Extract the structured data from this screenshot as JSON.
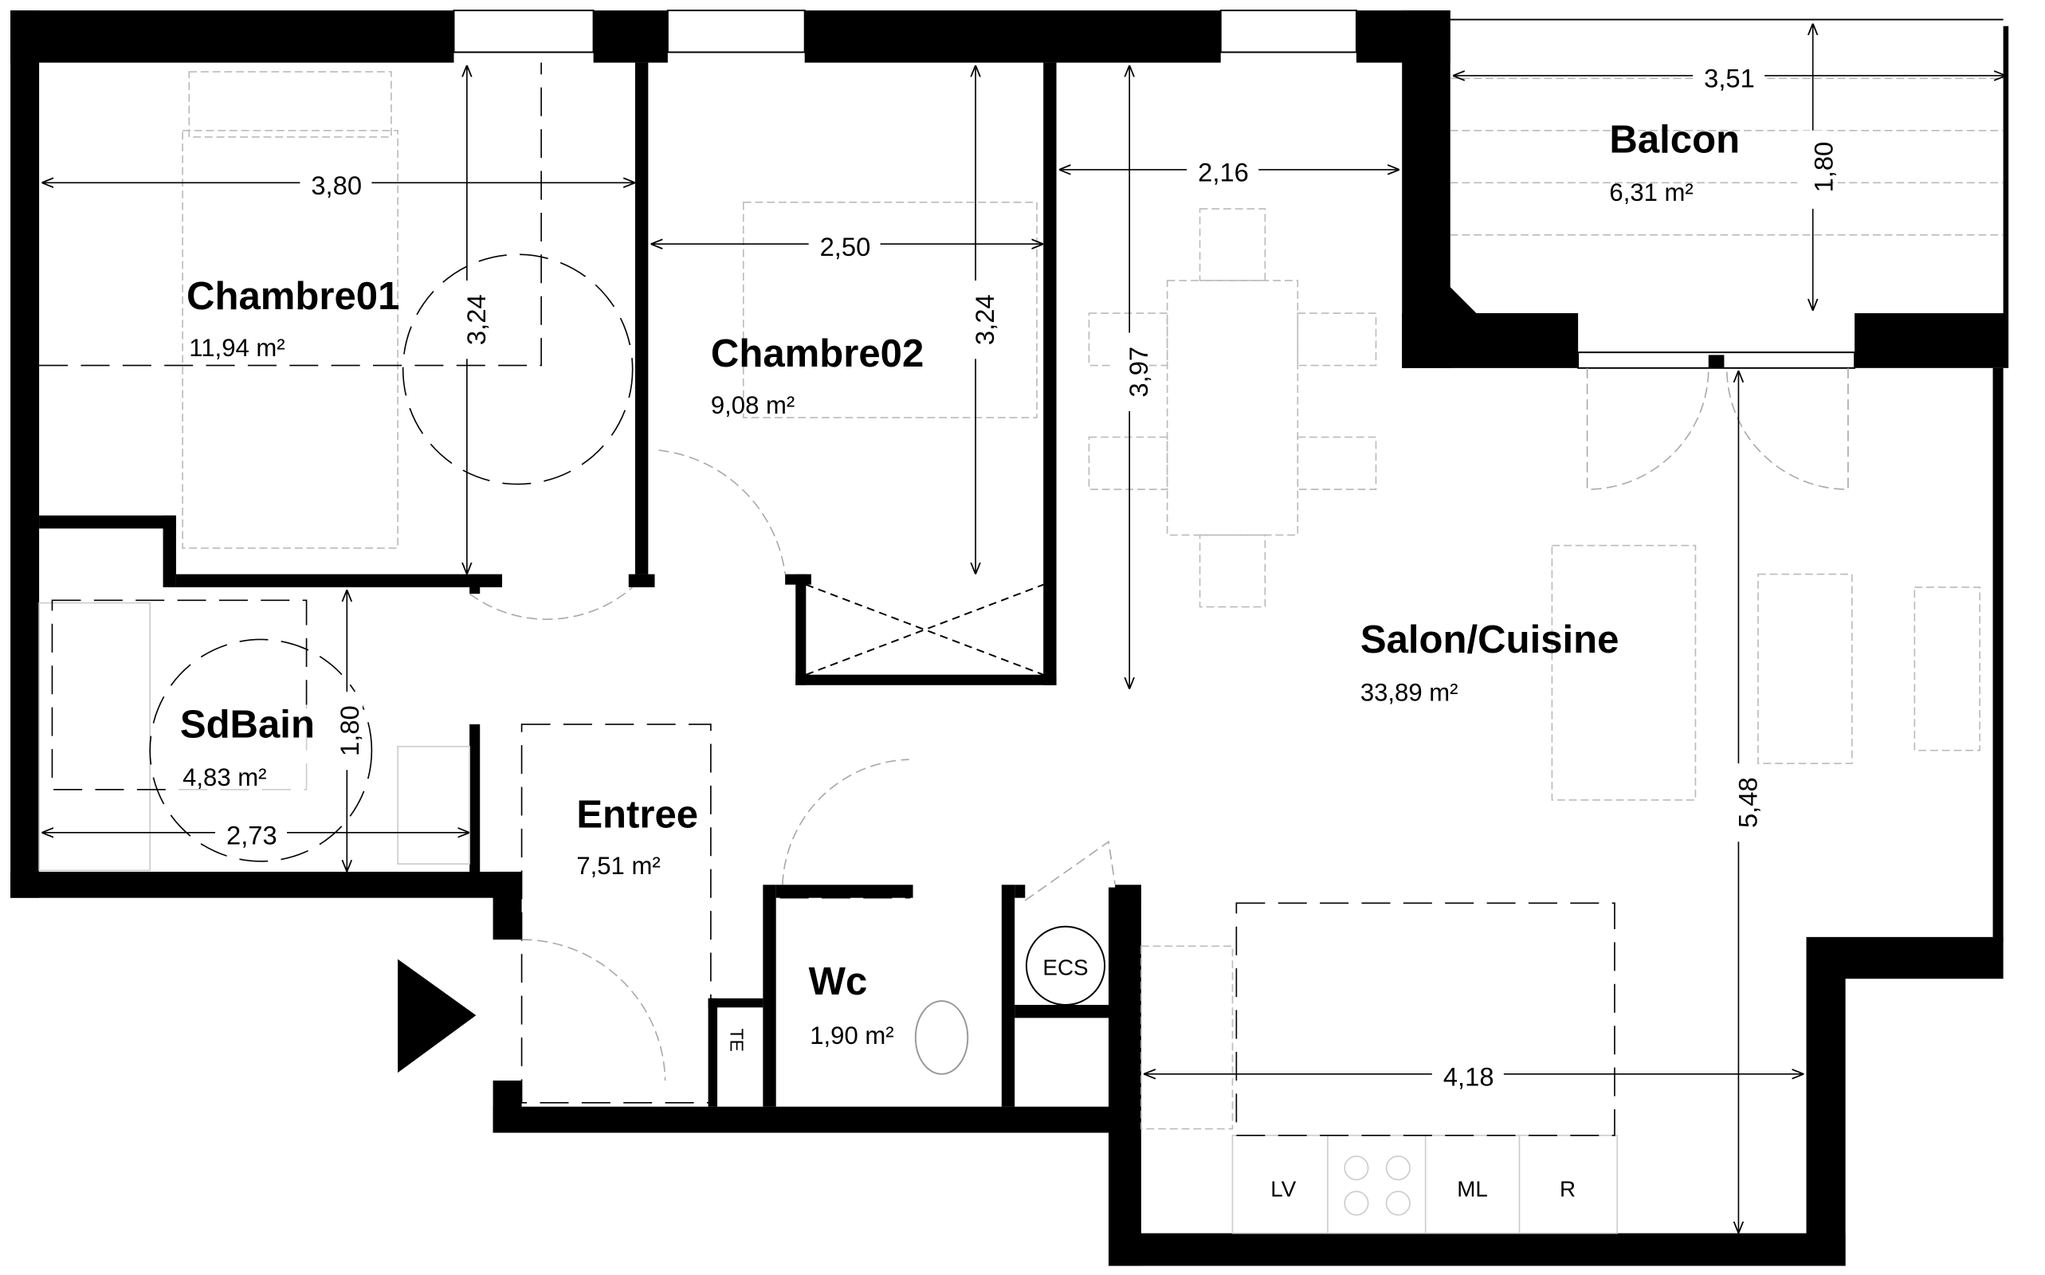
{
  "rooms": {
    "chambre01": {
      "name": "Chambre01",
      "area": "11,94 m²"
    },
    "chambre02": {
      "name": "Chambre02",
      "area": "9,08 m²"
    },
    "balcon": {
      "name": "Balcon",
      "area": "6,31 m²"
    },
    "salon": {
      "name": "Salon/Cuisine",
      "area": "33,89 m²"
    },
    "sdbain": {
      "name": "SdBain",
      "area": "4,83 m²"
    },
    "entree": {
      "name": "Entree",
      "area": "7,51 m²"
    },
    "wc": {
      "name": "Wc",
      "area": "1,90 m²"
    }
  },
  "dimensions": {
    "ch01_width": "3,80",
    "ch01_height": "3,24",
    "ch02_width": "2,50",
    "ch02_height": "3,24",
    "dining_width": "2,16",
    "dining_height": "3,97",
    "balcon_width": "3,51",
    "balcon_height": "1,80",
    "sdbain_width": "2,73",
    "sdbain_height": "1,80",
    "salon_height": "5,48",
    "kitchen_width": "4,18"
  },
  "labels": {
    "ecs": "ECS",
    "te": "TE",
    "lv": "LV",
    "ml": "ML",
    "r": "R"
  },
  "colors": {
    "wall": "#000000",
    "furniture": "#bbbbbb"
  }
}
